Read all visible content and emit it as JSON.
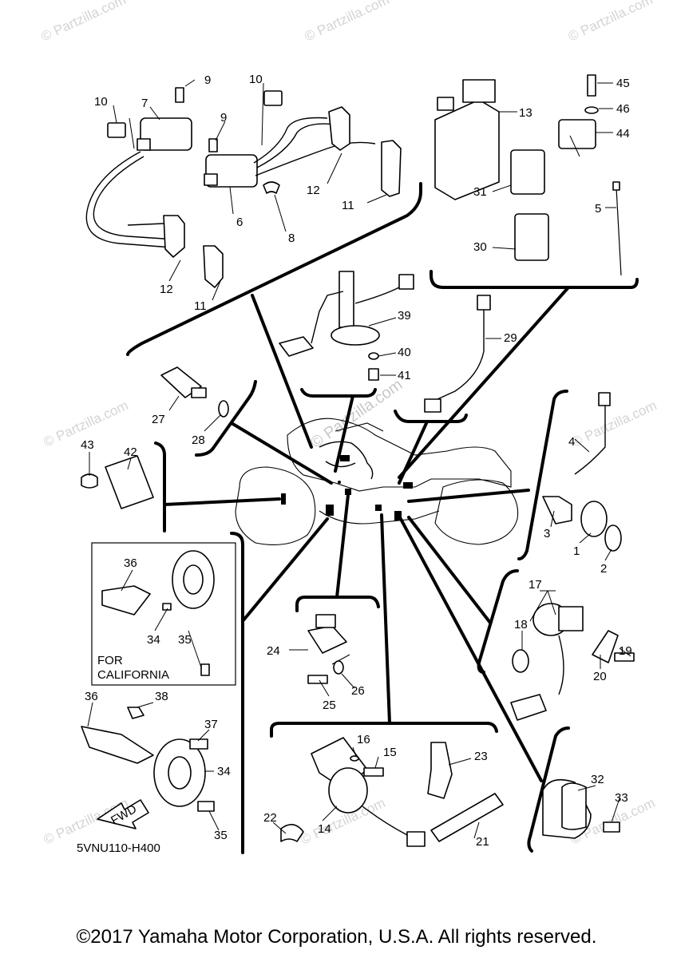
{
  "watermark": "© Partzilla.com",
  "diagram_code": "5VNU110-H400",
  "california_box": {
    "line1": "FOR",
    "line2": "CALIFORNIA"
  },
  "fwd_label": "FWD",
  "copyright": "©2017 Yamaha Motor Corporation, U.S.A. All rights reserved.",
  "part_labels": {
    "p1": "1",
    "p2": "2",
    "p3": "3",
    "p4": "4",
    "p5": "5",
    "p6": "6",
    "p7": "7",
    "p8": "8",
    "p9a": "9",
    "p9b": "9",
    "p10a": "10",
    "p10b": "10",
    "p11a": "11",
    "p11b": "11",
    "p12a": "12",
    "p12b": "12",
    "p13": "13",
    "p14": "14",
    "p15": "15",
    "p16": "16",
    "p17": "17",
    "p18": "18",
    "p19": "19",
    "p20": "20",
    "p21": "21",
    "p22": "22",
    "p23": "23",
    "p24": "24",
    "p25": "25",
    "p26": "26",
    "p27": "27",
    "p28": "28",
    "p29": "29",
    "p30": "30",
    "p31": "31",
    "p32": "32",
    "p33": "33",
    "p34a": "34",
    "p34b": "34",
    "p35a": "35",
    "p35b": "35",
    "p36a": "36",
    "p36b": "36",
    "p37": "37",
    "p38": "38",
    "p39": "39",
    "p40": "40",
    "p41": "41",
    "p42": "42",
    "p43": "43",
    "p44": "44",
    "p45": "45",
    "p46": "46"
  }
}
